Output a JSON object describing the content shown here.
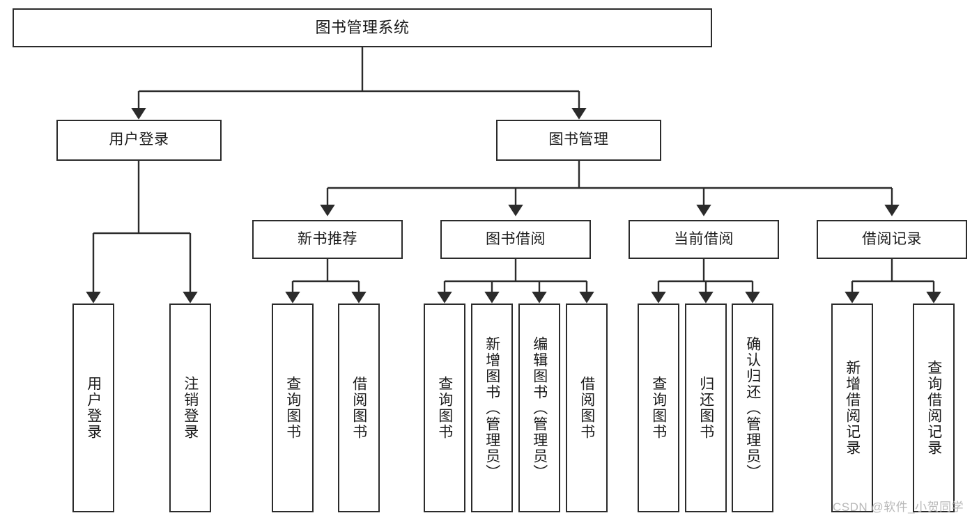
{
  "diagram": {
    "title": "图书管理系统",
    "type": "tree-structure-chart",
    "colors": {
      "box_border": "#2b2b2b",
      "box_fill": "#ffffff",
      "edge": "#2b2b2b",
      "text": "#1a1a1a",
      "watermark": "#b8b8b8",
      "background": "#ffffff"
    },
    "watermark": "CSDN @软件_小贺同学"
  },
  "nodes": {
    "root": {
      "label": "图书管理系统"
    },
    "level2": [
      {
        "label": "用户登录"
      },
      {
        "label": "图书管理"
      }
    ],
    "level3": [
      {
        "label": "新书推荐"
      },
      {
        "label": "图书借阅"
      },
      {
        "label": "当前借阅"
      },
      {
        "label": "借阅记录"
      }
    ],
    "leaves": {
      "user_login": [
        {
          "label": "用户登录"
        },
        {
          "label": "注销登录"
        }
      ],
      "new_book_recommend": [
        {
          "label": "查询图书"
        },
        {
          "label": "借阅图书"
        }
      ],
      "book_borrow": [
        {
          "label": "查询图书"
        },
        {
          "label": "新增图书（管理员）"
        },
        {
          "label": "编辑图书（管理员）"
        },
        {
          "label": "借阅图书"
        }
      ],
      "current_borrow": [
        {
          "label": "查询图书"
        },
        {
          "label": "归还图书"
        },
        {
          "label": "确认归还（管理员）"
        }
      ],
      "borrow_record": [
        {
          "label": "新增借阅记录"
        },
        {
          "label": "查询借阅记录"
        }
      ]
    }
  }
}
